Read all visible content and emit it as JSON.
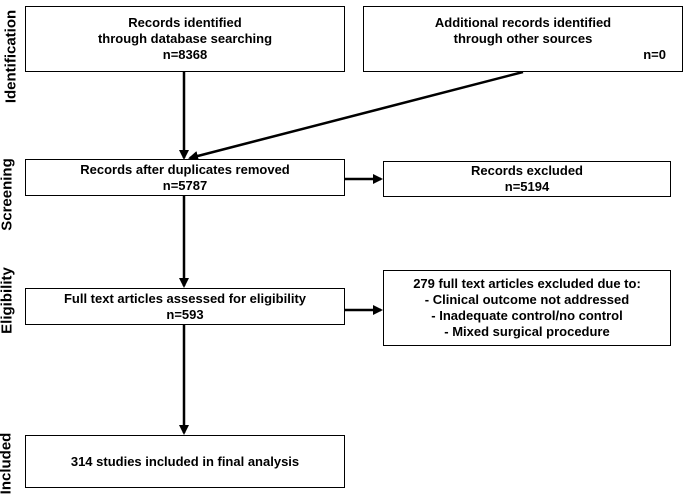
{
  "stages": {
    "identification": "Identification",
    "screening": "Screening",
    "eligibility": "Eligibility",
    "included": "Included"
  },
  "boxes": {
    "database": {
      "line1": "Records identified",
      "line2": "through database searching",
      "line3": "n=8368"
    },
    "other": {
      "line1": "Additional records identified",
      "line2": "through other sources",
      "line3": "n=0"
    },
    "dedup": {
      "line1": "Records after duplicates removed",
      "line2": "n=5787"
    },
    "excluded": {
      "line1": "Records excluded",
      "line2": "n=5194"
    },
    "fulltext": {
      "line1": "Full text articles assessed for eligibility",
      "line2": "n=593"
    },
    "fulltext_excluded": {
      "title": "279 full text articles excluded due to:",
      "items": [
        "-   Clinical outcome not addressed",
        "-   Inadequate control/no control",
        "-   Mixed surgical procedure"
      ]
    },
    "included": {
      "line1": "314 studies included in final analysis"
    }
  }
}
